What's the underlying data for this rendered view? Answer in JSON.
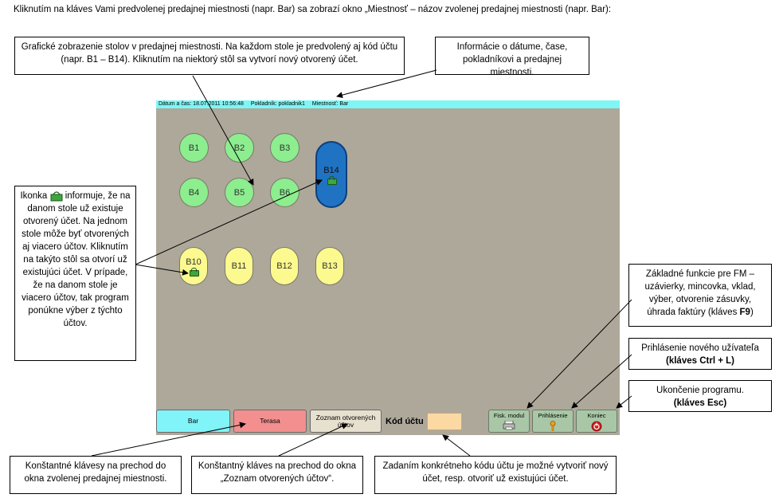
{
  "intro": "Kliknutím na kláves Vami predvolenej predajnej miestnosti (napr. Bar) sa zobrazí okno „Miestnosť – názov zvolenej predajnej miestnosti (napr. Bar):",
  "callouts": {
    "tables_graphic": "Grafické zobrazenie stolov v predajnej miestnosti. Na každom stole je predvolený aj kód účtu (napr. B1 – B14). Kliknutím na niektorý stôl sa vytvorí nový otvorený účet.",
    "info_header": "Informácie o dátume, čase, pokladníkovi a predajnej miestnosti.",
    "icon_prefix": "Ikonka",
    "icon_text_1": "informuje, že na danom stole už existuje otvorený účet. Na jednom stole môže byť otvorených aj viacero účtov. Kliknutím na takýto stôl sa otvorí už existujúci účet.",
    "icon_text_2": "V prípade, že na danom stole je viacero účtov, tak program ponúkne výber z týchto účtov.",
    "fm_functions": "Základné funkcie pre FM – uzávierky, mincovka, vklad, výber, otvorenie zásuvky, úhrada faktúry (kláves",
    "fm_key": "F9",
    "login": "Prihlásenie nového užívateľa",
    "login_key": "(kláves Ctrl + L)",
    "exit": "Ukončenie programu.",
    "exit_key": "(kláves Esc)",
    "room_keys": "Konštantné klávesy na prechod do okna zvolenej predajnej miestnosti.",
    "open_accounts_key": "Konštantný kláves na prechod do okna „Zoznam otvorených účtov“.",
    "account_code": "Zadaním konkrétneho kódu účtu je možné vytvoriť nový účet, resp. otvoriť už existujúci účet."
  },
  "app": {
    "topbar": {
      "datetime": "Dátum a čas: 18.07.2011 10:56:48",
      "cashier": "Pokladník: pokladnik1",
      "room": "Miestnosť: Bar"
    },
    "tables": [
      {
        "code": "B1",
        "style": "green",
        "open": false
      },
      {
        "code": "B2",
        "style": "green",
        "open": false
      },
      {
        "code": "B3",
        "style": "green",
        "open": false
      },
      {
        "code": "B4",
        "style": "green",
        "open": false
      },
      {
        "code": "B5",
        "style": "green",
        "open": false
      },
      {
        "code": "B6",
        "style": "green",
        "open": false
      },
      {
        "code": "B14",
        "style": "blue",
        "open": true
      },
      {
        "code": "B10",
        "style": "yellow",
        "open": true
      },
      {
        "code": "B11",
        "style": "yellow",
        "open": false
      },
      {
        "code": "B12",
        "style": "yellow",
        "open": false
      },
      {
        "code": "B13",
        "style": "yellow",
        "open": false
      }
    ],
    "buttons": {
      "bar": "Bar",
      "terasa": "Terasa",
      "open_accounts": "Zoznam otvorených účtov",
      "kod_label": "Kód účtu",
      "fisk": "Fisk. modul",
      "login": "Prihlásenie",
      "exit": "Koniec"
    },
    "colors": {
      "background": "#ada89a",
      "topbar": "#7ff6f6",
      "bar_button": "#80f4f8",
      "terasa_button": "#f38f8f",
      "accounts_button": "#e8e0cf",
      "code_input": "#fcd9a3",
      "fn_button": "#a9c7a6"
    }
  }
}
